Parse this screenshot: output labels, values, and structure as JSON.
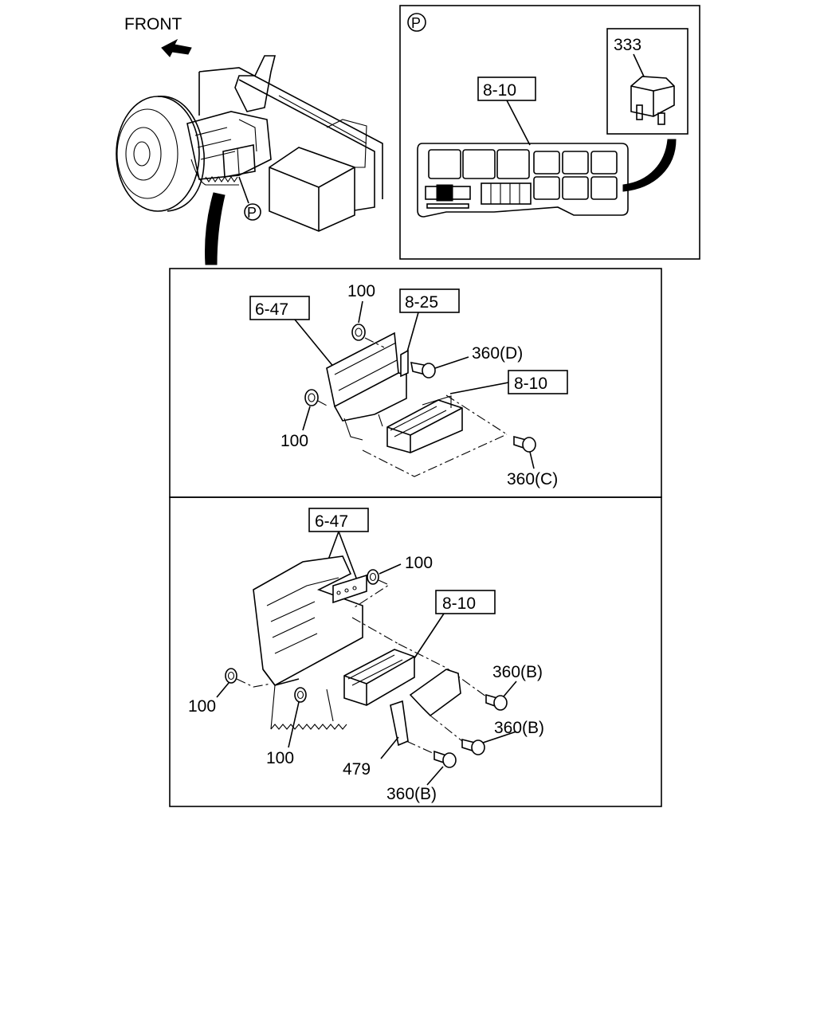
{
  "overview": {
    "front_label": "FRONT",
    "callout_p": "P"
  },
  "inset_p": {
    "marker": "P",
    "fuse_box_ref": "8-10",
    "relay_ref": "333"
  },
  "panel_upper": {
    "bracket_ref": "6-47",
    "nut_top": "100",
    "nut_left": "100",
    "plate_ref": "8-25",
    "bolt_d": "360(D)",
    "box_ref": "8-10",
    "bolt_c": "360(C)"
  },
  "panel_lower": {
    "bracket_ref": "6-47",
    "nut_top": "100",
    "box_ref": "8-10",
    "bolt_b1": "360(B)",
    "nut_left": "100",
    "bolt_b2": "360(B)",
    "nut_bottom": "100",
    "stay_ref": "479",
    "bolt_b3": "360(B)"
  }
}
